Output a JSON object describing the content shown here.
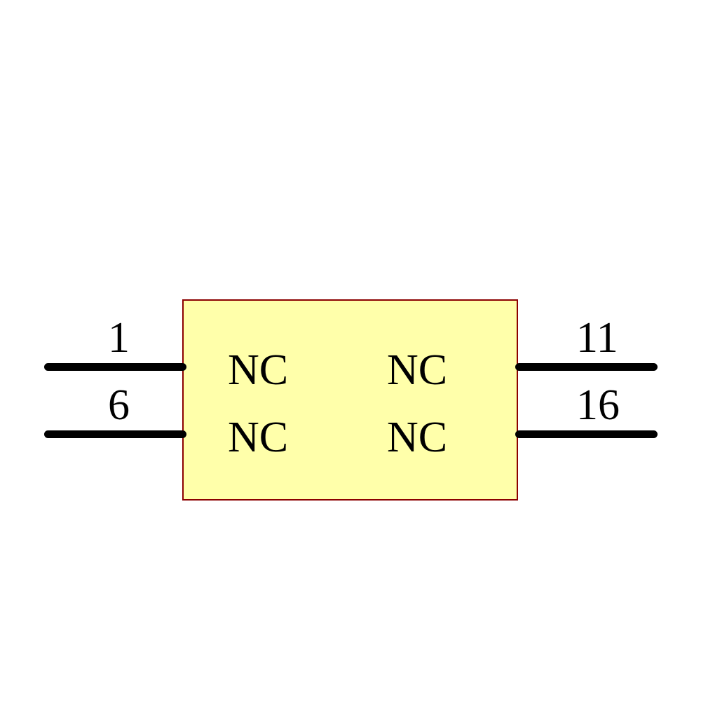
{
  "diagram": {
    "type": "component-pin-diagram",
    "background_color": "#ffffff",
    "body": {
      "fill_color": "#ffffaa",
      "border_color": "#8b0000"
    },
    "wire_color": "#000000",
    "text_color": "#000000"
  },
  "pins": {
    "left": [
      {
        "number": "1",
        "label": "NC"
      },
      {
        "number": "6",
        "label": "NC"
      }
    ],
    "right": [
      {
        "number": "11",
        "label": "NC"
      },
      {
        "number": "16",
        "label": "NC"
      }
    ]
  }
}
